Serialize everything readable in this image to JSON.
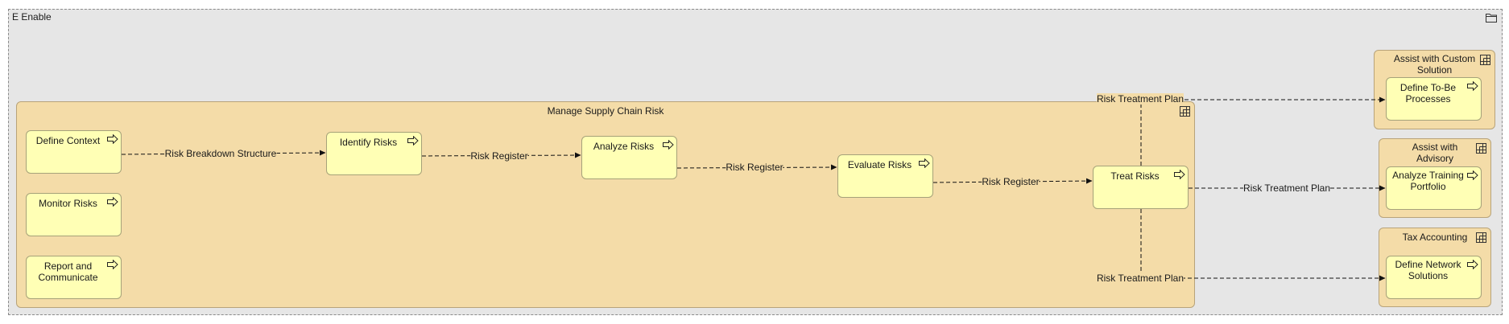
{
  "outer": {
    "title": "E Enable"
  },
  "main": {
    "title": "Manage Supply Chain Risk",
    "tasks": {
      "define_context": "Define Context",
      "monitor_risks": "Monitor Risks",
      "report_communicate": "Report and Communicate",
      "identify_risks": "Identify Risks",
      "analyze_risks": "Analyze Risks",
      "evaluate_risks": "Evaluate Risks",
      "treat_risks": "Treat Risks"
    }
  },
  "right": {
    "custom": {
      "title": "Assist with Custom Solution",
      "task": "Define To-Be Processes"
    },
    "advisory": {
      "title": "Assist with Advisory",
      "task": "Analyze Training Portfolio"
    },
    "tax": {
      "title": "Tax Accounting",
      "task": "Define Network Solutions"
    }
  },
  "flows": {
    "risk_breakdown": "Risk Breakdown Structure",
    "risk_register_1": "Risk Register",
    "risk_register_2": "Risk Register",
    "risk_register_3": "Risk Register",
    "treatment_top": "Risk Treatment Plan",
    "treatment_mid": "Risk Treatment Plan",
    "treatment_bottom": "Risk Treatment Plan"
  },
  "colors": {
    "outer_fill": "#e6e6e6",
    "container_fill": "#f4dca8",
    "task_fill": "#ffffb5",
    "edge": "#1a1a1a"
  }
}
